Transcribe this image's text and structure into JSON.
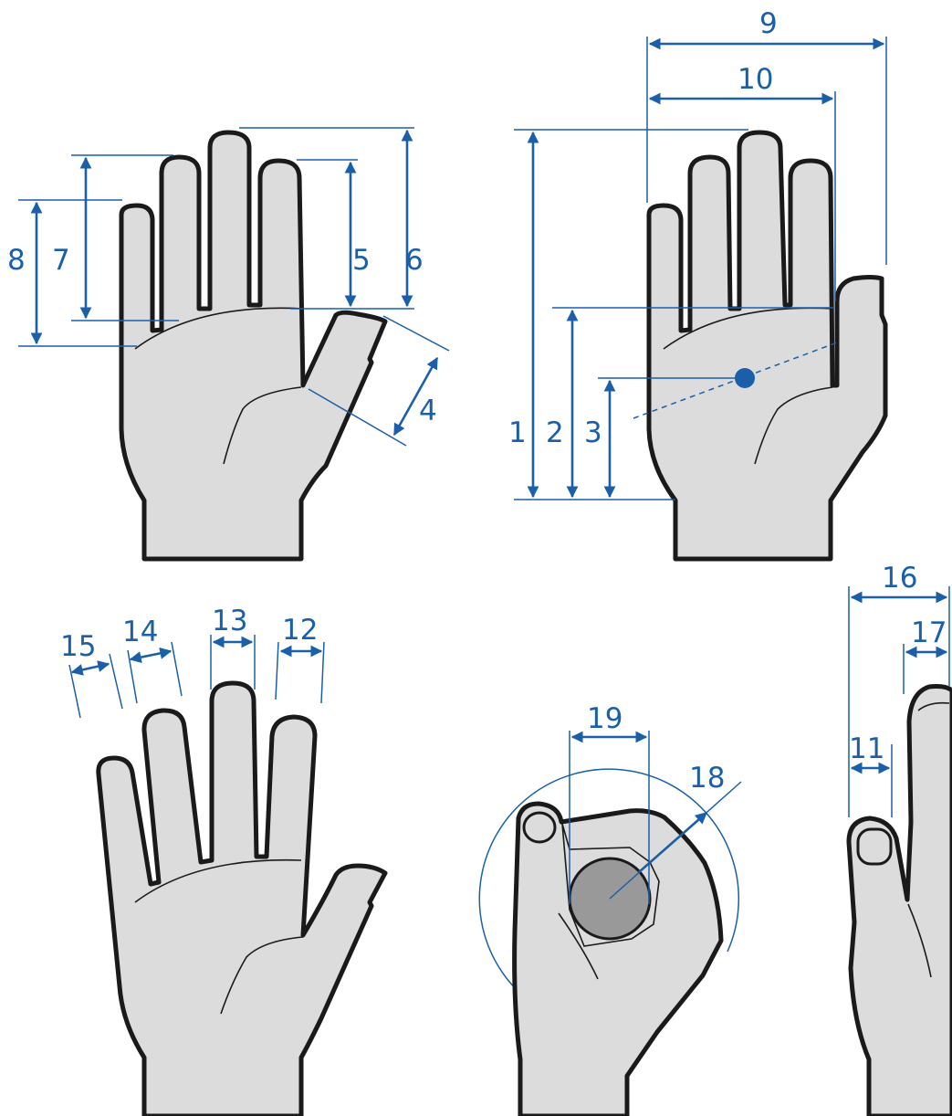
{
  "colors": {
    "dimension": "#1a5fa8",
    "hand_fill": "#dcdcdc",
    "outline": "#1a1a1a",
    "cylinder": "#999999"
  },
  "labels": {
    "m1": "1",
    "m2": "2",
    "m3": "3",
    "m4": "4",
    "m5": "5",
    "m6": "6",
    "m7": "7",
    "m8": "8",
    "m9": "9",
    "m10": "10",
    "m11": "11",
    "m12": "12",
    "m13": "13",
    "m14": "14",
    "m15": "15",
    "m16": "16",
    "m17": "17",
    "m18": "18",
    "m19": "19"
  }
}
